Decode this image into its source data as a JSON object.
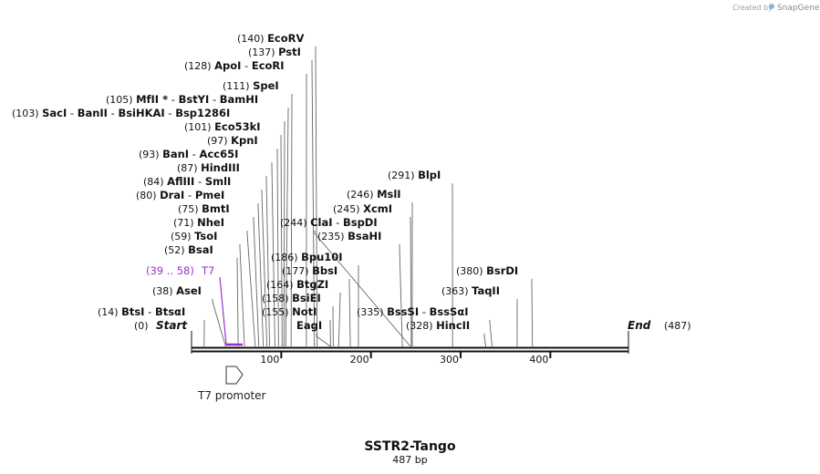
{
  "credit": "Created by",
  "brand": "SnapGene",
  "title": "SSTR2-Tango",
  "subtitle": "487 bp",
  "start_label": "Start",
  "start_pos": "(0)",
  "end_label": "End",
  "end_pos": "(487)",
  "ticks": [
    {
      "value": 100,
      "label": "100"
    },
    {
      "value": 200,
      "label": "200"
    },
    {
      "value": 300,
      "label": "300"
    },
    {
      "value": 400,
      "label": "400"
    }
  ],
  "feature": {
    "name": "T7 promoter",
    "start": 39,
    "end": 58
  },
  "primer": {
    "range": "(39 .. 58)",
    "name": "T7",
    "start": 39,
    "end": 58
  },
  "sites": [
    {
      "pos": "(140)",
      "names": [
        "EcoRV"
      ],
      "cut": 140
    },
    {
      "pos": "(137)",
      "names": [
        "PstI"
      ],
      "cut": 137
    },
    {
      "pos": "(128)",
      "names": [
        "ApoI",
        "EcoRI"
      ],
      "cut": 128
    },
    {
      "pos": "(111)",
      "names": [
        "SpeI"
      ],
      "cut": 111
    },
    {
      "pos": "(105)",
      "names": [
        "MfII *",
        "BstYI",
        "BamHI"
      ],
      "cut": 105
    },
    {
      "pos": "(103)",
      "names": [
        "SacI",
        "BanII",
        "BsiHKAI",
        "Bsp1286I"
      ],
      "cut": 103
    },
    {
      "pos": "(101)",
      "names": [
        "Eco53kI"
      ],
      "cut": 101
    },
    {
      "pos": "(97)",
      "names": [
        "KpnI"
      ],
      "cut": 97
    },
    {
      "pos": "(93)",
      "names": [
        "BanI",
        "Acc65I"
      ],
      "cut": 93
    },
    {
      "pos": "(87)",
      "names": [
        "HindIII"
      ],
      "cut": 87
    },
    {
      "pos": "(84)",
      "names": [
        "AflIII",
        "SmlI"
      ],
      "cut": 84
    },
    {
      "pos": "(80)",
      "names": [
        "DraI",
        "PmeI"
      ],
      "cut": 80
    },
    {
      "pos": "(75)",
      "names": [
        "BmtI"
      ],
      "cut": 75
    },
    {
      "pos": "(71)",
      "names": [
        "NheI"
      ],
      "cut": 71
    },
    {
      "pos": "(59)",
      "names": [
        "TsoI"
      ],
      "cut": 59
    },
    {
      "pos": "(52)",
      "names": [
        "BsaI"
      ],
      "cut": 52
    },
    {
      "pos": "(38)",
      "names": [
        "AseI"
      ],
      "cut": 38
    },
    {
      "pos": "(14)",
      "names": [
        "BtsI",
        "BtsαI"
      ],
      "cut": 14
    },
    {
      "pos": "(291)",
      "names": [
        "BlpI"
      ],
      "cut": 291
    },
    {
      "pos": "(246)",
      "names": [
        "MslI"
      ],
      "cut": 246
    },
    {
      "pos": "(245)",
      "names": [
        "XcmI"
      ],
      "cut": 245
    },
    {
      "pos": "(244)",
      "names": [
        "ClaI",
        "BspDI"
      ],
      "cut": 244
    },
    {
      "pos": "(235)",
      "names": [
        "BsaHI"
      ],
      "cut": 235
    },
    {
      "pos": "(186)",
      "names": [
        "Bpu10I"
      ],
      "cut": 186
    },
    {
      "pos": "(177)",
      "names": [
        "BbsI"
      ],
      "cut": 177
    },
    {
      "pos": "(164)",
      "names": [
        "BtgZI"
      ],
      "cut": 164
    },
    {
      "pos": "(158)",
      "names": [
        "BsiEI"
      ],
      "cut": 158
    },
    {
      "pos": "(155)",
      "names": [
        "NotI"
      ],
      "cut": 155
    },
    {
      "pos": "",
      "names": [
        "EagI"
      ],
      "cut": 155
    },
    {
      "pos": "(335)",
      "names": [
        "BssSI",
        "BssSαI"
      ],
      "cut": 335
    },
    {
      "pos": "(328)",
      "names": [
        "HincII"
      ],
      "cut": 328
    },
    {
      "pos": "(380)",
      "names": [
        "BsrDI"
      ],
      "cut": 380
    },
    {
      "pos": "(363)",
      "names": [
        "TaqII"
      ],
      "cut": 363
    }
  ]
}
